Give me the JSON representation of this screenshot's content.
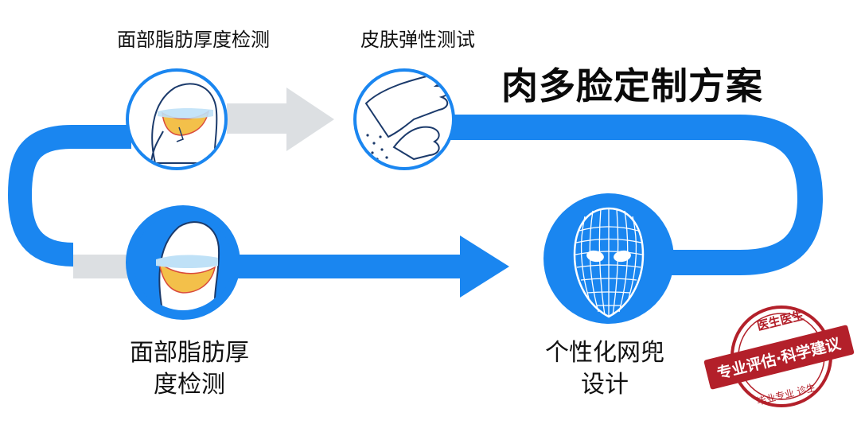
{
  "title": "肉多脸定制方案",
  "steps": [
    {
      "label": "面部脂肪厚度检测",
      "icon": "face-fat-scan-icon"
    },
    {
      "label": "皮肤弹性测试",
      "icon": "hand-skin-test-icon"
    },
    {
      "label_line1": "面部脂肪厚",
      "label_line2": "度检测",
      "icon": "face-profile-fat-icon"
    },
    {
      "label_line1": "个性化网兜",
      "label_line2": "设计",
      "icon": "mesh-mask-icon"
    }
  ],
  "stamp": {
    "top_text": "医生医生",
    "band_text": "专业评估·科学建议",
    "bottom_text": "毕业专业 诊生"
  },
  "colors": {
    "flow_blue": "#1a86f0",
    "circle_fill_blue": "#1a86f0",
    "arrow_gray": "#d9dcdf",
    "stamp_red": "#b3202a"
  }
}
